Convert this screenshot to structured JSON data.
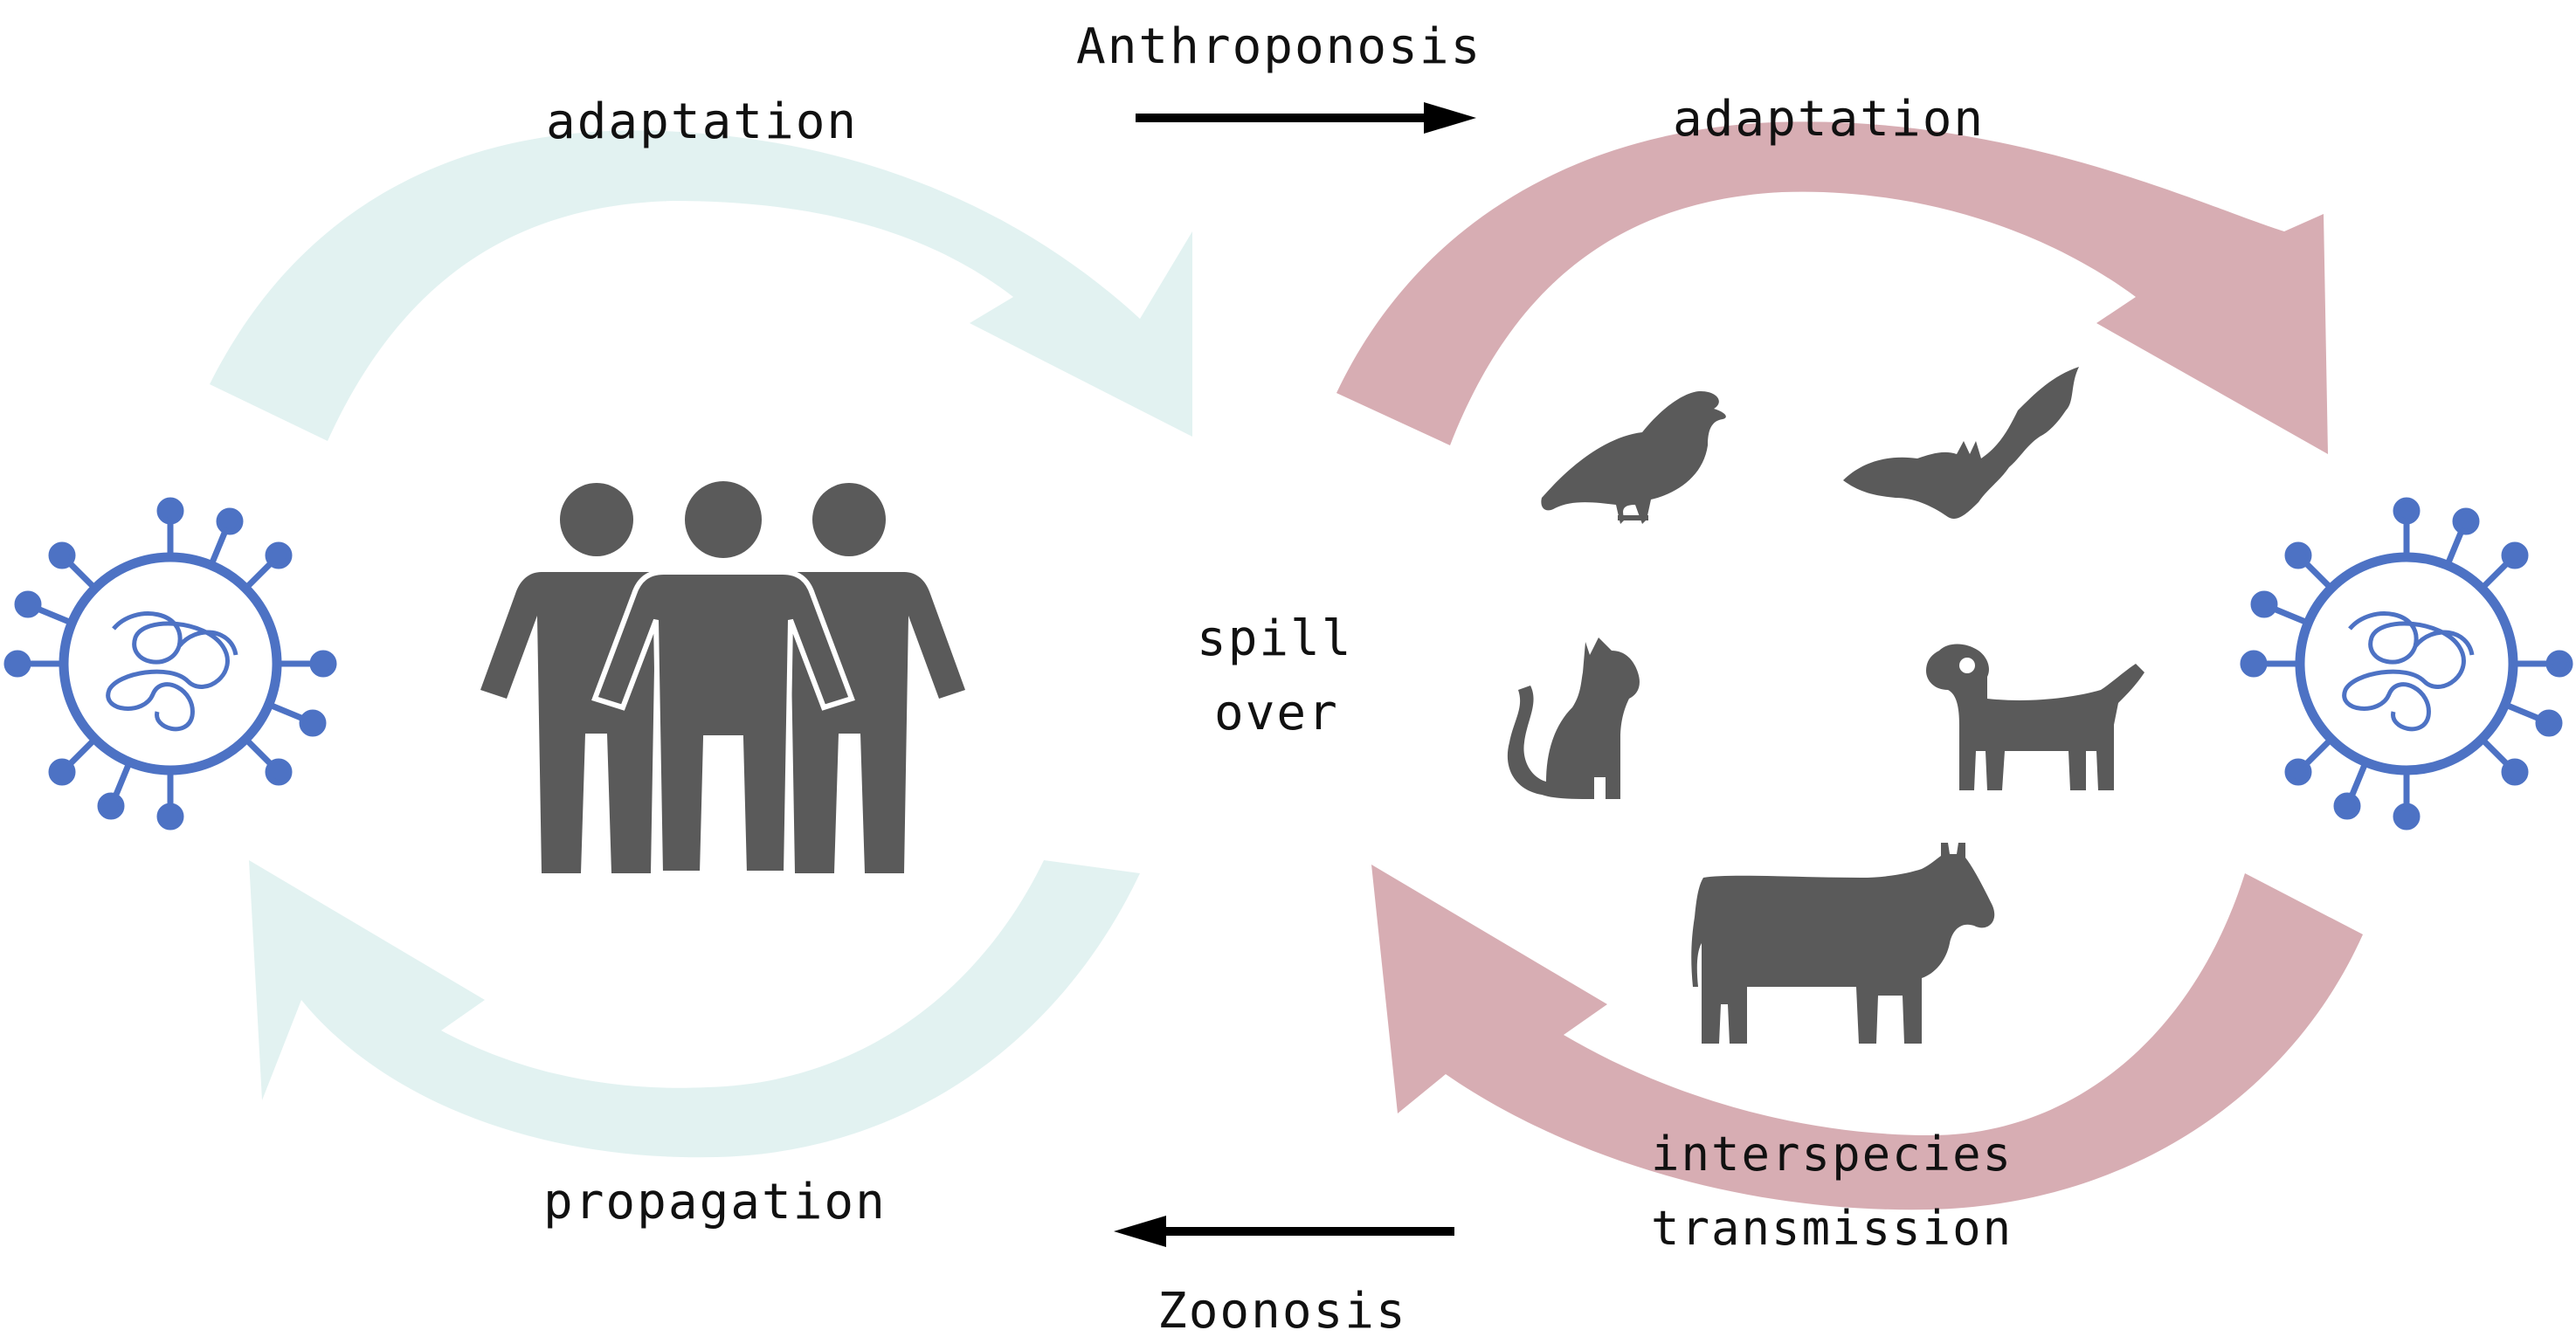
{
  "labels": {
    "anthroponosis": "Anthroponosis",
    "adaptation_human": "adaptation",
    "adaptation_animal": "adaptation",
    "propagation": "propagation",
    "spill": "spill",
    "over": "over",
    "interspecies": "interspecies",
    "transmission": "transmission",
    "zoonosis": "Zoonosis"
  },
  "colors": {
    "human_cycle": "#e2f2f1",
    "animal_cycle": "#d7adb3",
    "virus": "#4d72c4",
    "silhouette": "#5a5a5a",
    "arrow": "#000000"
  },
  "icons": {
    "left_virus": "virus-icon",
    "right_virus": "virus-icon",
    "people": "people-icon",
    "bird": "bird-icon",
    "bat": "bat-icon",
    "cat": "cat-icon",
    "dog": "dog-icon",
    "cow": "cow-icon"
  }
}
